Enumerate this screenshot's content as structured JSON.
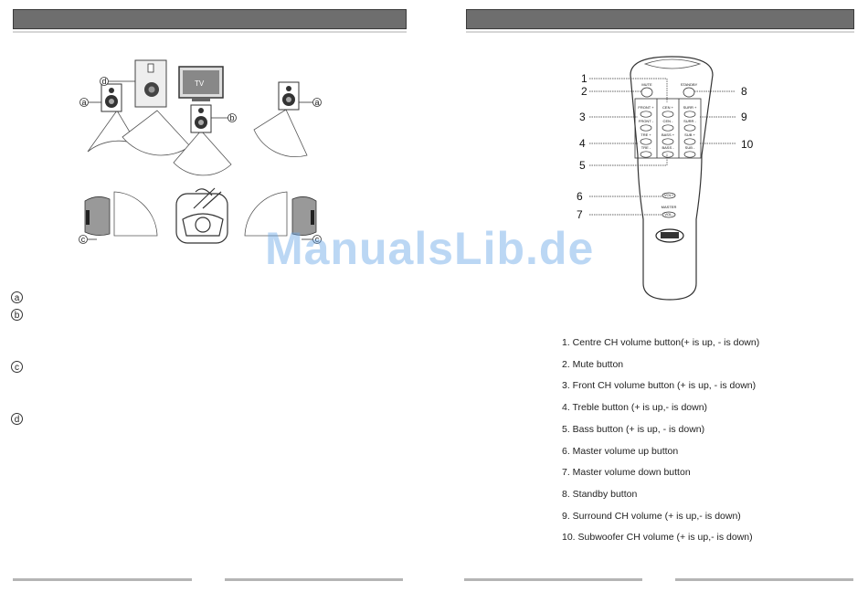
{
  "left_page": {
    "diagram": {
      "tv_label": "TV",
      "callouts": [
        "d",
        "a",
        "b",
        "a",
        "c",
        "c"
      ]
    },
    "legend_markers": [
      "a",
      "b",
      "c",
      "d"
    ]
  },
  "right_page": {
    "remote": {
      "top_labels": {
        "mute": "MUTE",
        "standby": "STANDBY"
      },
      "button_rows": [
        [
          "FRONT +",
          "CEN +",
          "SURR +"
        ],
        [
          "FRONT -",
          "CEN -",
          "SURR -"
        ],
        [
          "TRE +",
          "BASS +",
          "SUB +"
        ],
        [
          "TRE -",
          "BASS -",
          "SUB -"
        ]
      ],
      "vol_up": "VOL+",
      "master_label": "MASTER",
      "vol_down": "VOL-",
      "callout_numbers": [
        "1",
        "2",
        "3",
        "4",
        "5",
        "6",
        "7",
        "8",
        "9",
        "10"
      ]
    },
    "descriptions": [
      "1. Centre CH volume button(+ is up, - is down)",
      "2. Mute button",
      "3. Front CH volume button (+ is up, - is down)",
      "4. Treble button (+ is up,- is down)",
      "5. Bass button (+ is up, - is down)",
      "6. Master volume up button",
      "7. Master volume down button",
      "8. Standby button",
      "9. Surround CH volume (+ is up,- is down)",
      "10. Subwoofer CH volume (+ is up,- is down)"
    ]
  },
  "watermark": "ManualsLib.de"
}
